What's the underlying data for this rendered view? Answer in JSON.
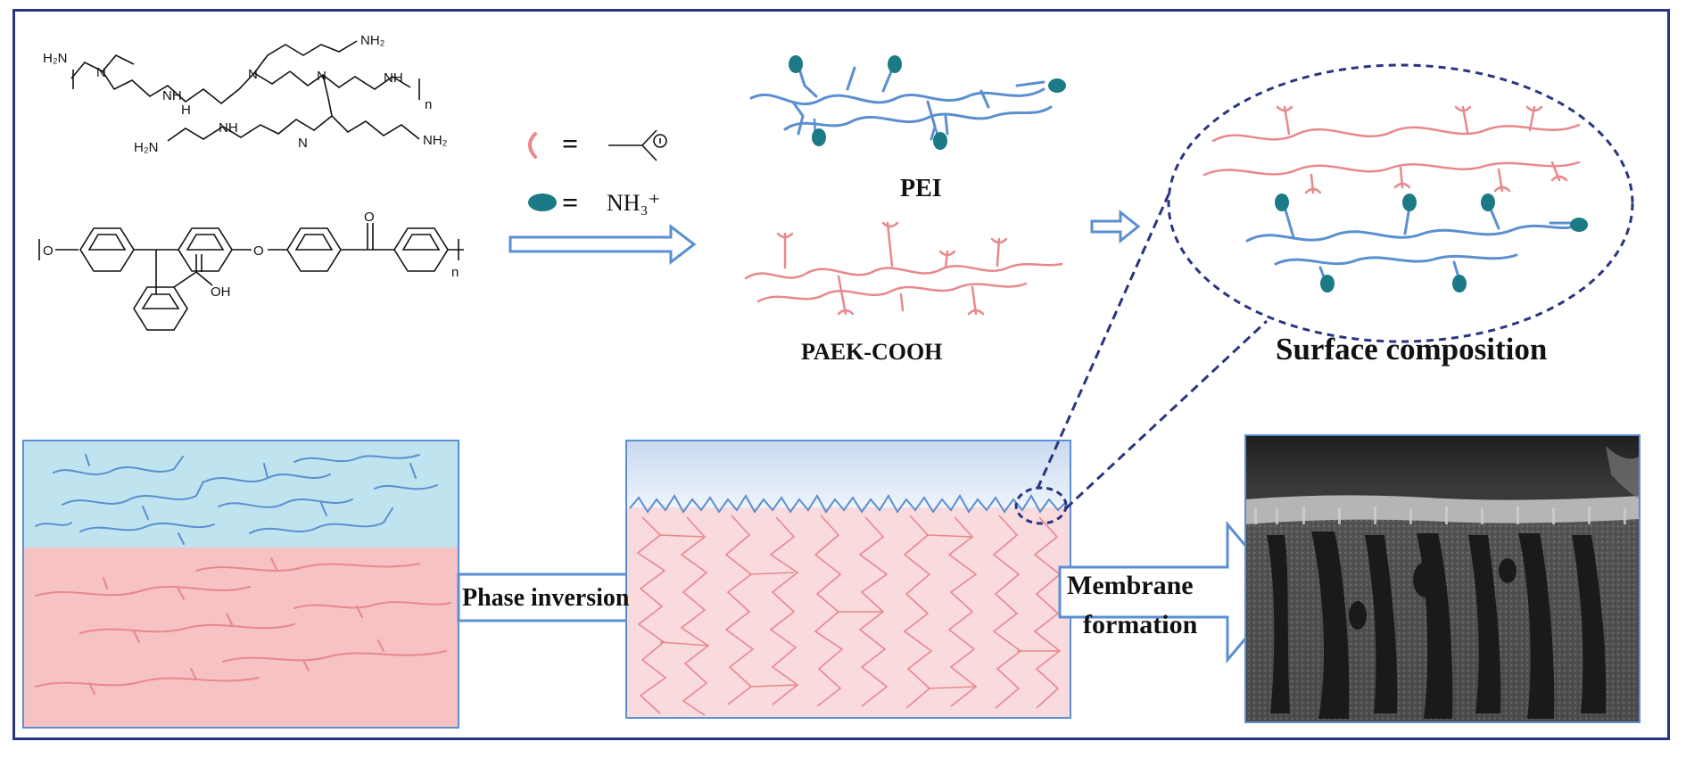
{
  "colors": {
    "frame": "#2a3580",
    "pei_chain": "#5b8fd0",
    "paek_chain": "#e8888c",
    "ammonium": "#1b7a86",
    "casting_top": "#bfe3ef",
    "casting_bottom": "#f6c2c4",
    "membrane_body": "#f9dadd",
    "arrow_fill": "#ffffff",
    "arrow_stroke": "#5b8fd0",
    "dashed": "#2a3580"
  },
  "chem": {
    "pei_groups": [
      "H₂N",
      "NH₂",
      "N",
      "N",
      "N",
      "NH",
      "H",
      "NH",
      "H₂N",
      "NH₂",
      "NH",
      "N",
      "n"
    ],
    "paek_groups": [
      "O",
      "O",
      "O",
      "OH",
      "n"
    ]
  },
  "legend": {
    "equals_1": "=",
    "equals_2": "=",
    "ammonium_label": "NH₃⁺"
  },
  "labels": {
    "pei": "PEI",
    "paek": "PAEK-COOH",
    "surface": "Surface composition",
    "phase_inversion": "Phase inversion",
    "membrane_line1": "Membrane",
    "membrane_line2": "formation"
  },
  "icons": [
    "carboxylate-symbol-icon",
    "ammonium-symbol-icon",
    "right-arrow-icon",
    "sem-micrograph-image"
  ]
}
